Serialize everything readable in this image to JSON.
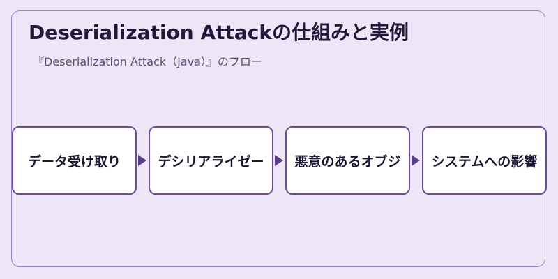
{
  "diagram": {
    "title": "Deserialization Attackの仕組みと実例",
    "subtitle": "『Deserialization Attack（Java）』のフロー",
    "steps": [
      {
        "label": "データ受け取り"
      },
      {
        "label": "デシリアライゼー"
      },
      {
        "label": "悪意のあるオブジ"
      },
      {
        "label": "システムへの影響"
      }
    ]
  },
  "colors": {
    "background": "#ece6f6",
    "panel_border": "#9b83c6",
    "step_border": "#6c4a9e",
    "arrow": "#5a3c8a",
    "title_text": "#22183a"
  }
}
